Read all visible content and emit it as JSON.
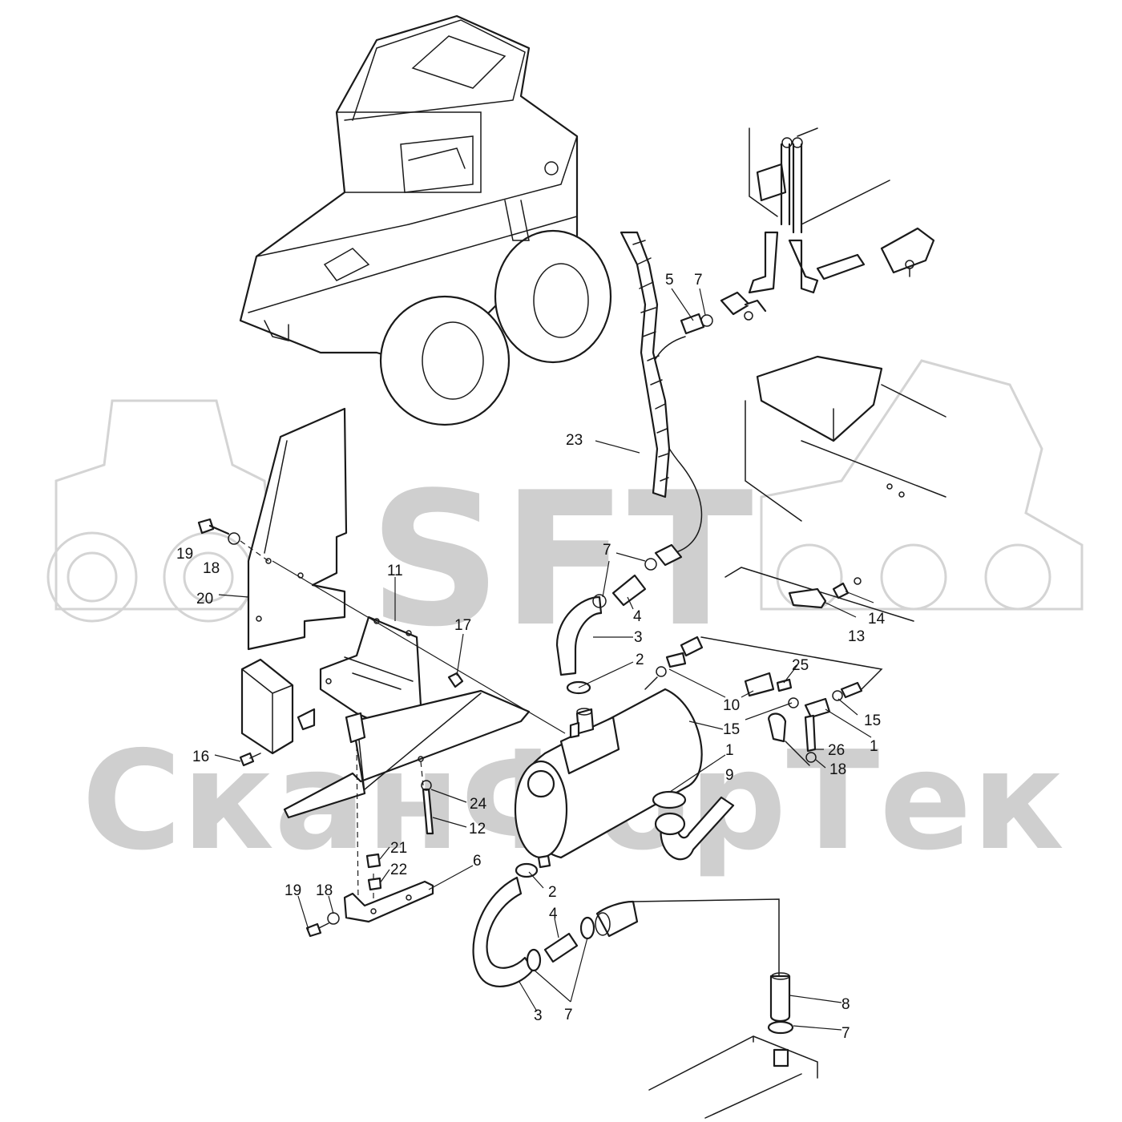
{
  "watermark": {
    "logo_text": "SFT",
    "company_text": "СканФорТек",
    "color": "#cfcfcf"
  },
  "callouts": [
    {
      "id": "c1a",
      "label": "1"
    },
    {
      "id": "c1b",
      "label": "1"
    },
    {
      "id": "c2a",
      "label": "2"
    },
    {
      "id": "c2b",
      "label": "2"
    },
    {
      "id": "c3a",
      "label": "3"
    },
    {
      "id": "c3b",
      "label": "3"
    },
    {
      "id": "c4a",
      "label": "4"
    },
    {
      "id": "c4b",
      "label": "4"
    },
    {
      "id": "c5",
      "label": "5"
    },
    {
      "id": "c6",
      "label": "6"
    },
    {
      "id": "c7a",
      "label": "7"
    },
    {
      "id": "c7b",
      "label": "7"
    },
    {
      "id": "c7c",
      "label": "7"
    },
    {
      "id": "c7d",
      "label": "7"
    },
    {
      "id": "c8",
      "label": "8"
    },
    {
      "id": "c9",
      "label": "9"
    },
    {
      "id": "c10",
      "label": "10"
    },
    {
      "id": "c11",
      "label": "11"
    },
    {
      "id": "c12",
      "label": "12"
    },
    {
      "id": "c13",
      "label": "13"
    },
    {
      "id": "c14",
      "label": "14"
    },
    {
      "id": "c15a",
      "label": "15"
    },
    {
      "id": "c15b",
      "label": "15"
    },
    {
      "id": "c16",
      "label": "16"
    },
    {
      "id": "c17",
      "label": "17"
    },
    {
      "id": "c18a",
      "label": "18"
    },
    {
      "id": "c18b",
      "label": "18"
    },
    {
      "id": "c18c",
      "label": "18"
    },
    {
      "id": "c19a",
      "label": "19"
    },
    {
      "id": "c19b",
      "label": "19"
    },
    {
      "id": "c20",
      "label": "20"
    },
    {
      "id": "c21",
      "label": "21"
    },
    {
      "id": "c22",
      "label": "22"
    },
    {
      "id": "c23",
      "label": "23"
    },
    {
      "id": "c24",
      "label": "24"
    },
    {
      "id": "c25",
      "label": "25"
    },
    {
      "id": "c26",
      "label": "26"
    }
  ]
}
